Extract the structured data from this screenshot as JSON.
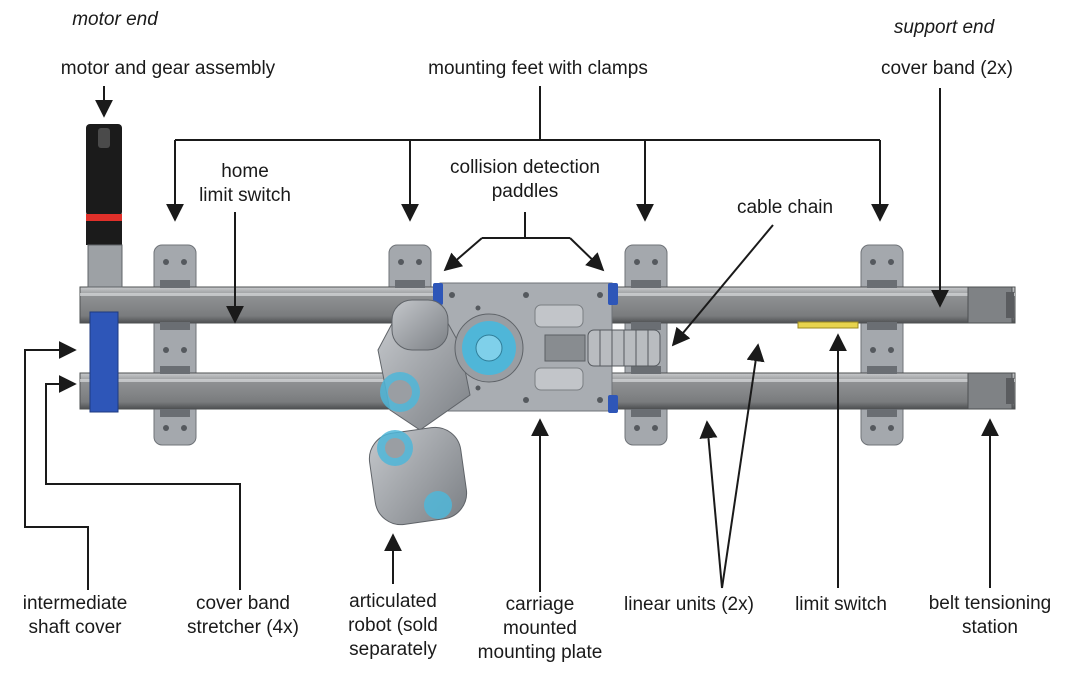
{
  "labels": {
    "motor_end": "motor end",
    "support_end": "support end",
    "motor_gear": "motor and gear assembly",
    "mounting_feet": "mounting feet with clamps",
    "cover_band_top": "cover band (2x)",
    "home_limit": [
      "home",
      "limit switch"
    ],
    "collision_paddles": [
      "collision detection",
      "paddles"
    ],
    "cable_chain": "cable chain",
    "intermediate_shaft": [
      "intermediate",
      "shaft cover"
    ],
    "cover_band_stretcher": [
      "cover band",
      "stretcher (4x)"
    ],
    "articulated_robot": [
      "articulated",
      "robot (sold",
      "separately"
    ],
    "carriage_plate": [
      "carriage",
      "mounted",
      "mounting plate"
    ],
    "linear_units": "linear units (2x)",
    "limit_switch": "limit switch",
    "belt_tensioning": [
      "belt tensioning",
      "station"
    ]
  },
  "colors": {
    "rail": "#8a8c8e",
    "rail_dark": "#5e6062",
    "plate": "#a9adb2",
    "robot": "#9a9ea3",
    "robot_ring": "#4fb6d8",
    "blue_part": "#2e56b8",
    "motor": "#1b1b1b",
    "motor_stripe": "#e0302a",
    "line": "#1a1a1a"
  }
}
